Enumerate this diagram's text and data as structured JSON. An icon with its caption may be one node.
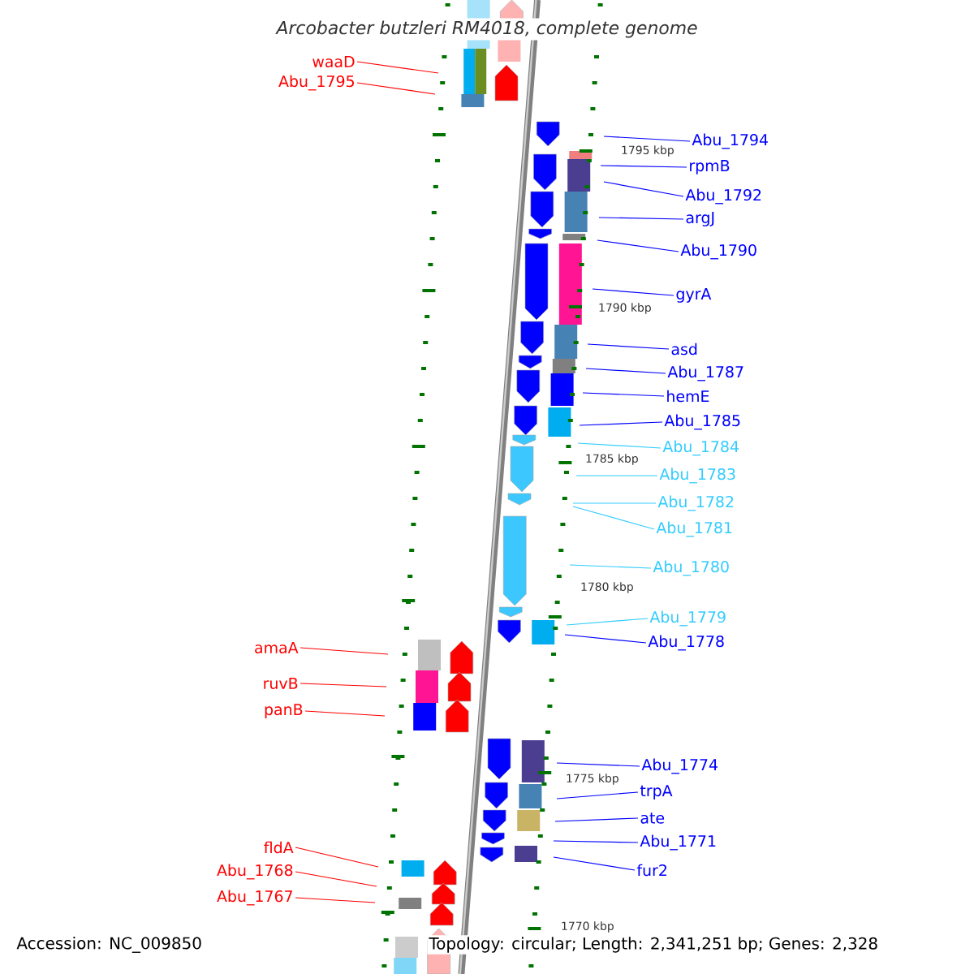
{
  "diagram": {
    "title": "Arcobacter butzleri RM4018, complete genome",
    "nodes": [
      {
        "text": [
          "waaD"
        ]
      },
      {
        "text": [
          "Abu_1795"
        ]
      },
      {
        "text": [
          "Abu_1794"
        ]
      },
      {
        "text": [
          "rpmB"
        ]
      },
      {
        "text": [
          "Abu_1792"
        ]
      },
      {
        "text": [
          "argJ"
        ]
      },
      {
        "text": [
          "Abu_1790"
        ]
      },
      {
        "text": [
          "gyrA"
        ]
      },
      {
        "text": [
          "asd"
        ]
      },
      {
        "text": [
          "Abu_1787"
        ]
      },
      {
        "text": [
          "hemE"
        ]
      },
      {
        "text": [
          "Abu_1785"
        ]
      },
      {
        "text": [
          "Abu_1784"
        ]
      },
      {
        "text": [
          "Abu_1783"
        ]
      },
      {
        "text": [
          "Abu_1782"
        ]
      },
      {
        "text": [
          "Abu_1781"
        ]
      },
      {
        "text": [
          "Abu_1780"
        ]
      },
      {
        "text": [
          "Abu_1779"
        ]
      },
      {
        "text": [
          "Abu_1778"
        ]
      },
      {
        "text": [
          "amaA"
        ]
      },
      {
        "text": [
          "ruvB"
        ]
      },
      {
        "text": [
          "panB"
        ]
      },
      {
        "text": [
          "Abu_1774"
        ]
      },
      {
        "text": [
          "trpA"
        ]
      },
      {
        "text": [
          "ate"
        ]
      },
      {
        "text": [
          "Abu_1771"
        ]
      },
      {
        "text": [
          "fur2"
        ]
      },
      {
        "text": [
          "fldA"
        ]
      },
      {
        "text": [
          "Abu_1768"
        ]
      },
      {
        "text": [
          "Abu_1767"
        ]
      }
    ],
    "edges": [
      {
        "from": 0,
        "to": null,
        "arrow": "none",
        "color": "#ff0000"
      },
      {
        "from": 1,
        "to": null,
        "arrow": "none",
        "color": "#ff0000"
      },
      {
        "from": 2,
        "to": null,
        "arrow": "none"
      },
      {
        "from": 3,
        "to": null,
        "arrow": "none"
      },
      {
        "from": 4,
        "to": null,
        "arrow": "none"
      },
      {
        "from": 5,
        "to": null,
        "arrow": "none"
      },
      {
        "from": 6,
        "to": null,
        "arrow": "none"
      },
      {
        "from": 7,
        "to": null,
        "arrow": "none"
      },
      {
        "from": 8,
        "to": null,
        "arrow": "none"
      },
      {
        "from": 9,
        "to": null,
        "arrow": "none"
      },
      {
        "from": 10,
        "to": null,
        "arrow": "none"
      },
      {
        "from": 11,
        "to": null,
        "arrow": "none"
      },
      {
        "from": 12,
        "to": null,
        "arrow": "none",
        "color": "#33ccff"
      },
      {
        "from": 13,
        "to": null,
        "arrow": "none",
        "color": "#33ccff"
      },
      {
        "from": 14,
        "to": null,
        "arrow": "none",
        "color": "#33ccff"
      },
      {
        "from": 15,
        "to": null,
        "arrow": "none",
        "color": "#33ccff"
      },
      {
        "from": 16,
        "to": null,
        "arrow": "none",
        "color": "#33ccff"
      },
      {
        "from": 17,
        "to": null,
        "arrow": "none",
        "color": "#33ccff"
      },
      {
        "from": 18,
        "to": null,
        "arrow": "none"
      },
      {
        "from": 19,
        "to": null,
        "arrow": "none",
        "color": "#ff0000"
      },
      {
        "from": 20,
        "to": null,
        "arrow": "none",
        "color": "#ff0000"
      },
      {
        "from": 21,
        "to": null,
        "arrow": "none",
        "color": "#ff0000"
      },
      {
        "from": 22,
        "to": null,
        "arrow": "none"
      },
      {
        "from": 23,
        "to": null,
        "arrow": "none"
      },
      {
        "from": 24,
        "to": null,
        "arrow": "none"
      },
      {
        "from": 25,
        "to": null,
        "arrow": "none"
      },
      {
        "from": 26,
        "to": null,
        "arrow": "none"
      },
      {
        "from": 27,
        "to": null,
        "arrow": "none",
        "color": "#ff0000"
      },
      {
        "from": 28,
        "to": null,
        "arrow": "none",
        "color": "#ff0000"
      },
      {
        "from": 29,
        "to": null,
        "arrow": "none",
        "color": "#ff0000"
      }
    ],
    "labels": [
      "1795 kbp",
      "1790 kbp",
      "1785 kbp",
      "1780 kbp",
      "1775 kbp",
      "1770 kbp",
      "Accession: NC_009850",
      "Topology: circular; Length: 2,341,251 bp; Genes: 2,328"
    ]
  }
}
